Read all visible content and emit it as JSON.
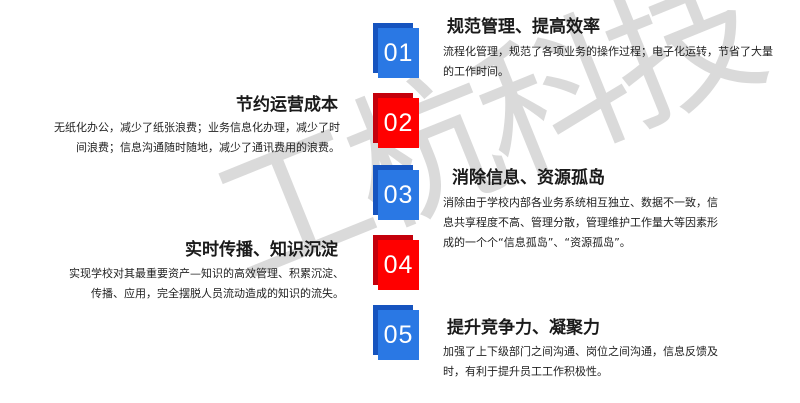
{
  "colors": {
    "blue_front": "#2a78e4",
    "blue_back": "#1654bf",
    "red_front": "#ff0000",
    "red_back": "#c4000b"
  },
  "items": [
    {
      "number": "01",
      "color": "blue",
      "side": "right",
      "title": "规范管理、提高效率",
      "description": "流程化管理，规范了各项业务的操作过程；电子化运转，节省了大量的工作时间。"
    },
    {
      "number": "02",
      "color": "red",
      "side": "left",
      "title": "节约运营成本",
      "description": "无纸化办公，减少了纸张浪费；业务信息化办理，减少了时间浪费；信息沟通随时随地，减少了通讯费用的浪费。"
    },
    {
      "number": "03",
      "color": "blue",
      "side": "right",
      "title": "消除信息、资源孤岛",
      "description": "消除由于学校内部各业务系统相互独立、数据不一致，信息共享程度不高、管理分散，管理维护工作量大等因素形成的一个个“信息孤岛”、“资源孤岛”。"
    },
    {
      "number": "04",
      "color": "red",
      "side": "left",
      "title": "实时传播、知识沉淀",
      "description": "实现学校对其最重要资产—知识的高效管理、积累沉淀、传播、应用，完全摆脱人员流动造成的知识的流失。"
    },
    {
      "number": "05",
      "color": "blue",
      "side": "right",
      "title": "提升竞争力、凝聚力",
      "description": "加强了上下级部门之间沟通、岗位之间沟通，信息反馈及时，有利于提升员工工作积极性。"
    }
  ],
  "watermark": "工杭科技"
}
